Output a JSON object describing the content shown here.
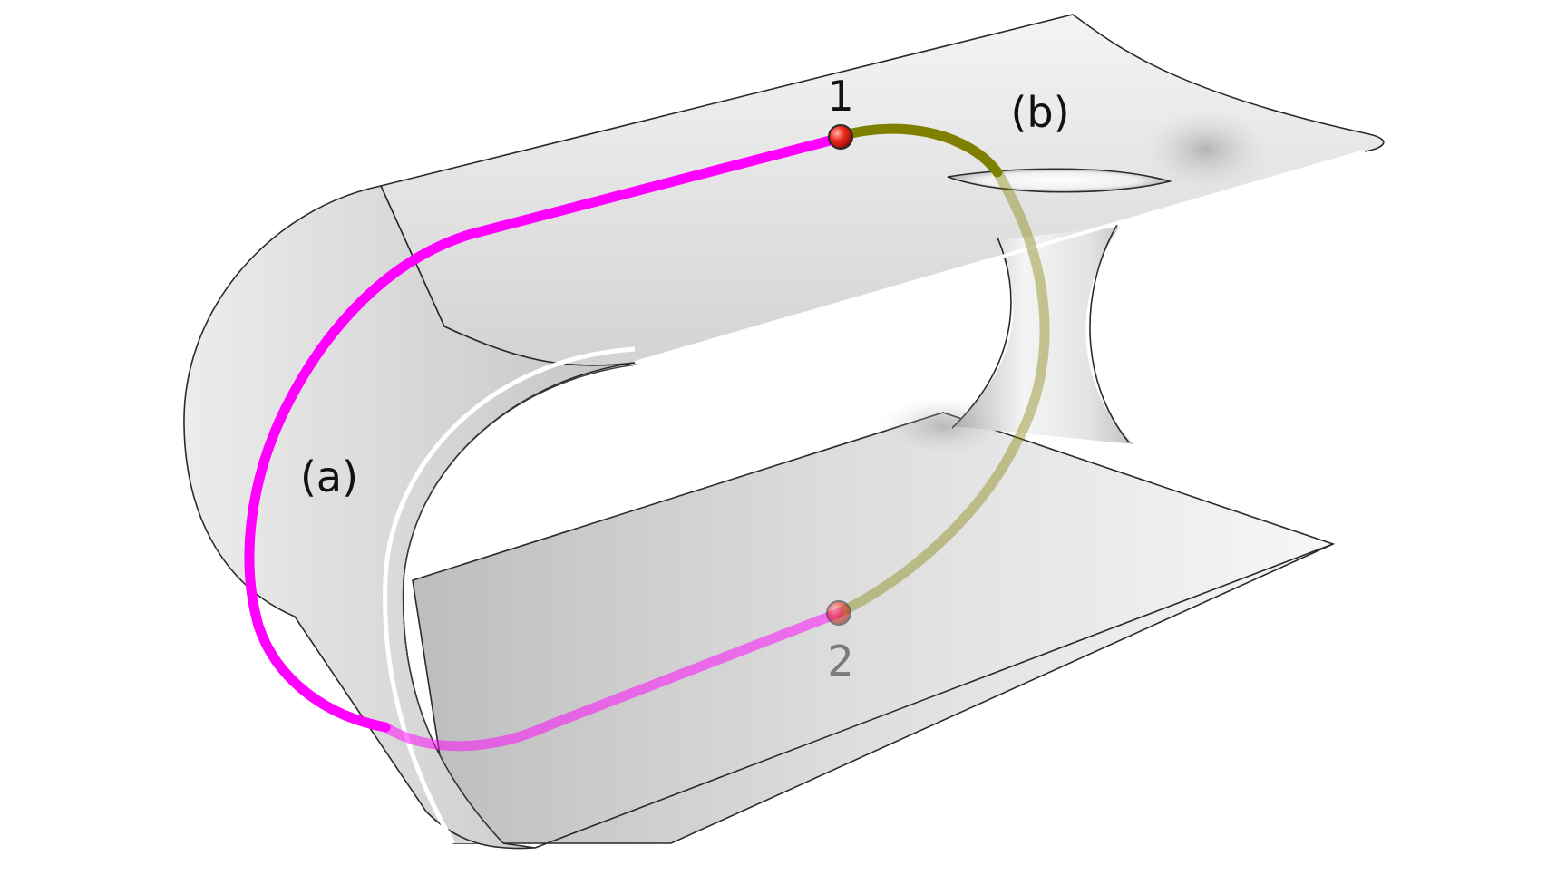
{
  "labels": {
    "point_1": "1",
    "point_2": "2",
    "path_a": "(a)",
    "path_b": "(b)"
  },
  "colors": {
    "background": "#ffffff",
    "path_a": "#ff00ff",
    "path_b": "#808000",
    "point_fill": "#e8231a",
    "surface_light": "#f3f3f3",
    "surface_mid": "#d2d2d2",
    "surface_dark": "#9a9a9a",
    "outline": "#2a2a2a",
    "label_front": "#111111",
    "label_back": "#7a7a7a"
  }
}
